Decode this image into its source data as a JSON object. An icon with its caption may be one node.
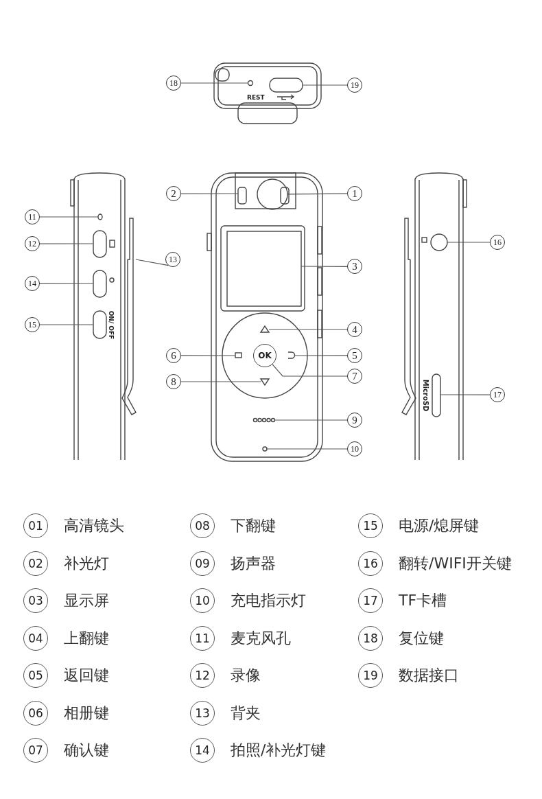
{
  "diagram": {
    "nodes": [
      {
        "text": [
          "1"
        ]
      },
      {
        "text": [
          "2"
        ]
      },
      {
        "text": [
          "3"
        ]
      },
      {
        "text": [
          "4"
        ]
      },
      {
        "text": [
          "5"
        ]
      },
      {
        "text": [
          "6"
        ]
      },
      {
        "text": [
          "7"
        ]
      },
      {
        "text": [
          "8"
        ]
      },
      {
        "text": [
          "9"
        ]
      },
      {
        "text": [
          "10"
        ]
      },
      {
        "text": [
          "11"
        ]
      },
      {
        "text": [
          "12"
        ]
      },
      {
        "text": [
          "13"
        ]
      },
      {
        "text": [
          "14"
        ]
      },
      {
        "text": [
          "15"
        ]
      },
      {
        "text": [
          "16"
        ]
      },
      {
        "text": [
          "17"
        ]
      },
      {
        "text": [
          "18"
        ]
      },
      {
        "text": [
          "19"
        ]
      },
      {
        "text": [
          "01"
        ],
        "beside": [
          "高清镜头"
        ]
      },
      {
        "text": [
          "02"
        ],
        "beside": [
          "补光灯"
        ]
      },
      {
        "text": [
          "03"
        ],
        "beside": [
          "显示屏"
        ]
      },
      {
        "text": [
          "04"
        ],
        "beside": [
          "上翻键"
        ]
      },
      {
        "text": [
          "05"
        ],
        "beside": [
          "返回键"
        ]
      },
      {
        "text": [
          "06"
        ],
        "beside": [
          "相册键"
        ]
      },
      {
        "text": [
          "07"
        ],
        "beside": [
          "确认键"
        ]
      },
      {
        "text": [
          "08"
        ],
        "beside": [
          "下翻键"
        ]
      },
      {
        "text": [
          "09"
        ],
        "beside": [
          "扬声器"
        ]
      },
      {
        "text": [
          "10"
        ],
        "beside": [
          "充电指示灯"
        ]
      },
      {
        "text": [
          "11"
        ],
        "beside": [
          "麦克风孔"
        ]
      },
      {
        "text": [
          "12"
        ],
        "beside": [
          "录像"
        ]
      },
      {
        "text": [
          "13"
        ],
        "beside": [
          "背夹"
        ]
      },
      {
        "text": [
          "14"
        ],
        "beside": [
          "拍照/补光灯键"
        ]
      },
      {
        "text": [
          "15"
        ],
        "beside": [
          "电源/熄屏键"
        ]
      },
      {
        "text": [
          "16"
        ],
        "beside": [
          "翻转/WIFI开关键"
        ]
      },
      {
        "text": [
          "17"
        ],
        "beside": [
          "TF卡槽"
        ]
      },
      {
        "text": [
          "18"
        ],
        "beside": [
          "复位键"
        ]
      },
      {
        "text": [
          "19"
        ],
        "beside": [
          "数据接口"
        ]
      },
      {
        "text": [
          "OK"
        ]
      },
      {
        "text": [],
        "shape": "circle"
      },
      {
        "text": [],
        "shape": "circle"
      },
      {
        "text": [],
        "shape": "box"
      },
      {
        "text": [],
        "shape": "box"
      },
      {
        "text": [],
        "shape": "triangle"
      },
      {
        "text": [],
        "shape": "icon"
      },
      {
        "text": [],
        "shape": "box"
      },
      {
        "text": [],
        "shape": "triangle"
      },
      {
        "text": [],
        "shape": "grille"
      },
      {
        "text": [],
        "shape": "circle"
      },
      {
        "text": [],
        "shape": "circle"
      },
      {
        "text": [],
        "shape": "box"
      },
      {
        "text": [],
        "shape": "clip"
      },
      {
        "text": [],
        "shape": "box"
      },
      {
        "text": [],
        "shape": "box"
      },
      {
        "text": [],
        "shape": "circle"
      },
      {
        "text": [],
        "shape": "box"
      },
      {
        "text": [],
        "shape": "box"
      }
    ],
    "edges": [
      {
        "from": 0,
        "to": 40,
        "arrow": "none"
      },
      {
        "from": 1,
        "to": 41,
        "arrow": "none"
      },
      {
        "from": 2,
        "to": 42,
        "arrow": "none"
      },
      {
        "from": 3,
        "to": 43,
        "arrow": "none"
      },
      {
        "from": 4,
        "to": 44,
        "arrow": "none"
      },
      {
        "from": 5,
        "to": 45,
        "arrow": "none"
      },
      {
        "from": 6,
        "to": 38,
        "arrow": "none"
      },
      {
        "from": 7,
        "to": 46,
        "arrow": "none"
      },
      {
        "from": 8,
        "to": 47,
        "arrow": "none"
      },
      {
        "from": 9,
        "to": 48,
        "arrow": "none"
      },
      {
        "from": 10,
        "to": 49,
        "arrow": "none"
      },
      {
        "from": 11,
        "to": 50,
        "arrow": "none"
      },
      {
        "from": 12,
        "to": 51,
        "arrow": "none"
      },
      {
        "from": 13,
        "to": 52,
        "arrow": "none"
      },
      {
        "from": 14,
        "to": 53,
        "arrow": "none"
      },
      {
        "from": 15,
        "to": 54,
        "arrow": "none"
      },
      {
        "from": 16,
        "to": 55,
        "arrow": "none"
      },
      {
        "from": 17,
        "to": 39,
        "arrow": "none"
      },
      {
        "from": 18,
        "to": 56,
        "arrow": "none"
      }
    ],
    "labels": [
      "REST",
      "ON/ OFF",
      "MicroSD"
    ]
  }
}
